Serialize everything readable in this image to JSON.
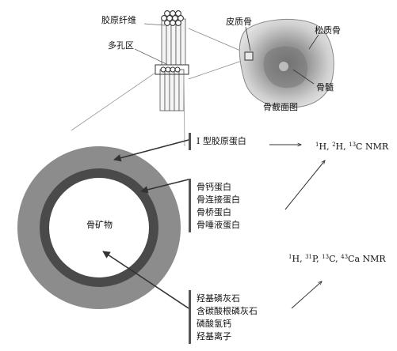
{
  "labels": {
    "collagen_fiber": "胶原纤维",
    "porous_zone": "多孔区",
    "cortical_bone": "皮质骨",
    "cancellous_bone": "松质骨",
    "bone_marrow": "骨髓",
    "bone_section": "骨截面图",
    "bone_mineral": "骨矿物"
  },
  "groups": {
    "collagen": [
      "I 型胶原蛋白"
    ],
    "proteins": [
      "骨钙蛋白",
      "骨连接蛋白",
      "骨桥蛋白",
      "骨唾液蛋白"
    ],
    "minerals": [
      "羟基磷灰石",
      "含碳酸根磷灰石",
      "磷酸氢钙",
      "羟基离子"
    ]
  },
  "nmr": {
    "first": [
      {
        "iso": "1",
        "el": "H",
        "sep": ", "
      },
      {
        "iso": "2",
        "el": "H",
        "sep": ", "
      },
      {
        "iso": "13",
        "el": "C NMR",
        "sep": ""
      }
    ],
    "second": [
      {
        "iso": "1",
        "el": "H",
        "sep": ", "
      },
      {
        "iso": "31",
        "el": "P",
        "sep": ", "
      },
      {
        "iso": "13",
        "el": "C",
        "sep": ", "
      },
      {
        "iso": "43",
        "el": "Ca NMR",
        "sep": ""
      }
    ]
  },
  "colors": {
    "outer_ring": "#8c8c8c",
    "middle_ring": "#4a4a4a",
    "core": "#ffffff",
    "bar": "#555555"
  }
}
